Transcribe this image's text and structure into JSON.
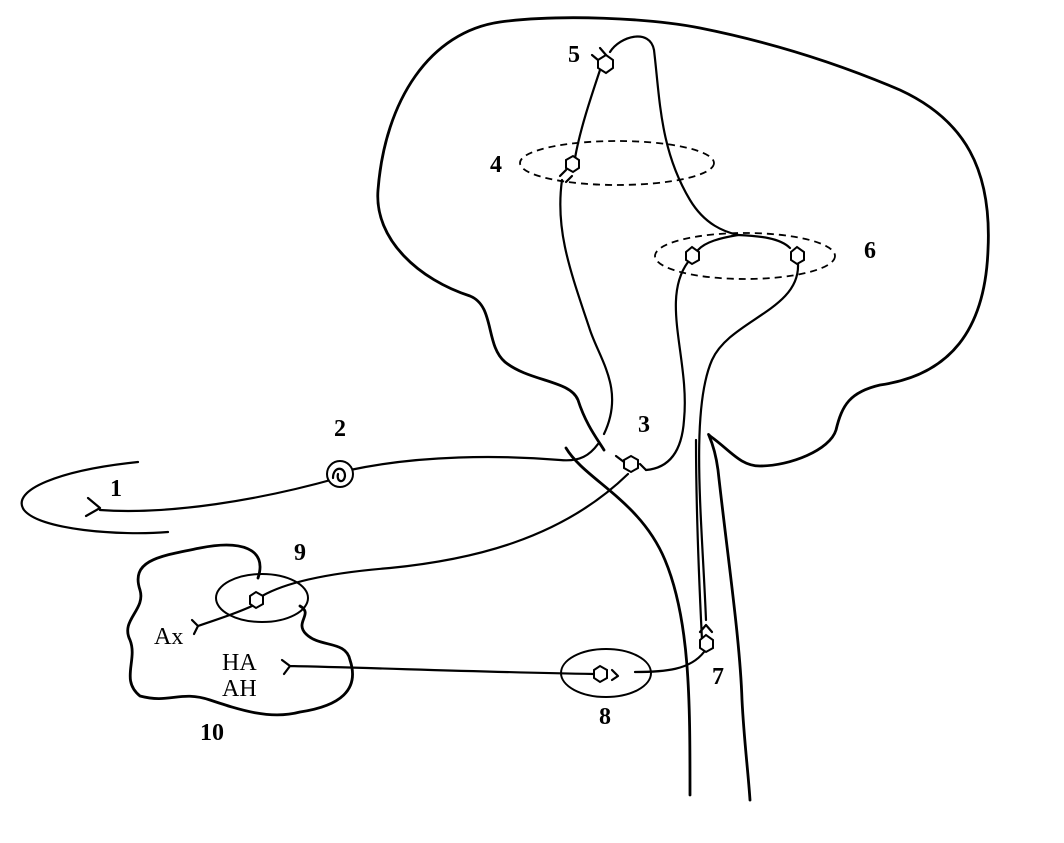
{
  "labels": {
    "n1": "1",
    "n2": "2",
    "n3": "3",
    "n4": "4",
    "n5": "5",
    "n6": "6",
    "n7": "7",
    "n8": "8",
    "n9": "9",
    "n10": "10",
    "ax": "Ax",
    "ha": "HA",
    "ah": "AH"
  }
}
